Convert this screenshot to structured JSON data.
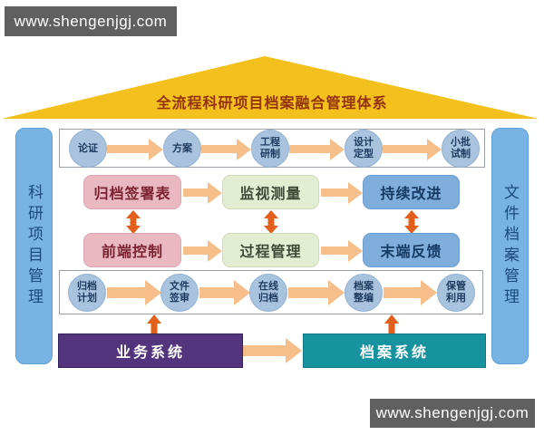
{
  "watermark": {
    "text": "www.shengenjgj.com"
  },
  "roof": {
    "title": "全流程科研项目档案融合管理体系"
  },
  "sidebars": {
    "left": "科研项目管理",
    "right": "文件档案管理"
  },
  "top_flow": {
    "steps": [
      {
        "lines": [
          "论证"
        ]
      },
      {
        "lines": [
          "方案"
        ]
      },
      {
        "lines": [
          "工程",
          "研制"
        ]
      },
      {
        "lines": [
          "设计",
          "定型"
        ]
      },
      {
        "lines": [
          "小批",
          "试制"
        ]
      }
    ]
  },
  "matrix": {
    "rows": [
      {
        "cells": [
          {
            "label": "归档签署表"
          },
          {
            "label": "监视测量"
          },
          {
            "label": "持续改进"
          }
        ]
      },
      {
        "cells": [
          {
            "label": "前端控制"
          },
          {
            "label": "过程管理"
          },
          {
            "label": "末端反馈"
          }
        ]
      }
    ]
  },
  "bottom_flow": {
    "steps": [
      {
        "lines": [
          "归档",
          "计划"
        ]
      },
      {
        "lines": [
          "文件",
          "签审"
        ]
      },
      {
        "lines": [
          "在线",
          "归档"
        ]
      },
      {
        "lines": [
          "档案",
          "整编"
        ]
      },
      {
        "lines": [
          "保管",
          "利用"
        ]
      }
    ]
  },
  "systems": {
    "business": "业务系统",
    "archive": "档案系统"
  },
  "colors": {
    "roof": "#F3C01E",
    "roof_text": "#93330B",
    "sidebar": "#79B3E3",
    "circle": "#A9C3DE",
    "arrow_light": "#F5BE8A",
    "arrow_strong": "#E2601C",
    "pink": "#E9B8C1",
    "green": "#E3EDD2",
    "blue": "#7FAEDD",
    "purple": "#53357E",
    "teal": "#17929F",
    "watermark_bg": "#606060"
  }
}
